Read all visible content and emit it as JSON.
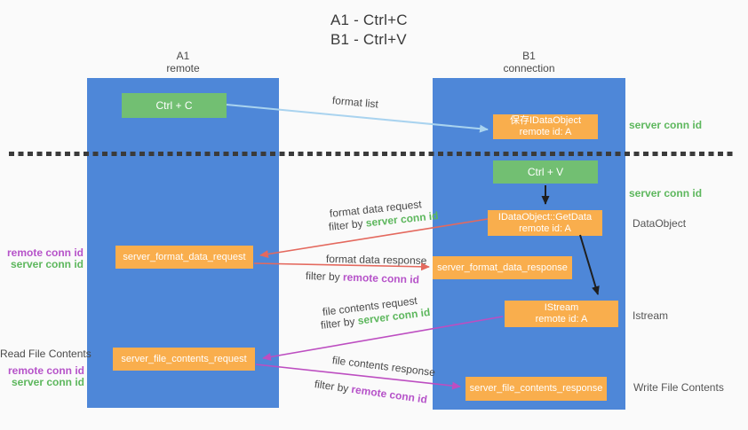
{
  "title": {
    "line1": "A1 - Ctrl+C",
    "line2": "B1 - Ctrl+V"
  },
  "lanes": {
    "a1": {
      "name": "A1",
      "subtitle": "remote"
    },
    "b1": {
      "name": "B1",
      "subtitle": "connection"
    }
  },
  "nodes": {
    "ctrl_c": {
      "label": "Ctrl + C"
    },
    "save_idataobject": {
      "line1": "保存IDataObject",
      "line2": "remote id: A"
    },
    "ctrl_v": {
      "label": "Ctrl + V"
    },
    "getdata": {
      "line1": "IDataObject::GetData",
      "line2": "remote id: A"
    },
    "format_request": {
      "label": "server_format_data_request"
    },
    "format_response": {
      "label": "server_format_data_response"
    },
    "istream": {
      "line1": "IStream",
      "line2": "remote id: A"
    },
    "file_request": {
      "label": "server_file_contents_request"
    },
    "file_response": {
      "label": "server_file_contents_response"
    }
  },
  "right_labels": {
    "server_conn_id_1": "server conn id",
    "server_conn_id_2": "server conn id",
    "dataobject": "DataObject",
    "istream": "Istream",
    "write_file_contents": "Write File Contents"
  },
  "left_labels": {
    "remote_conn_id_1": "remote conn id",
    "server_conn_id_1": "server conn id",
    "read_file_contents": "Read File Contents",
    "remote_conn_id_2": "remote conn id",
    "server_conn_id_2": "server conn id"
  },
  "flow_labels": {
    "format_list": "format list",
    "format_data_request": "format data request",
    "filter_by": "filter by ",
    "filter_server_conn_id": "server conn id",
    "format_data_response": "format data response",
    "filter_remote_conn_id": "remote conn id",
    "file_contents_request": "file contents request",
    "file_contents_response": "file contents response"
  },
  "colors": {
    "lane_blue": "#4e87d8",
    "box_green": "#72bf72",
    "box_orange": "#f9ae4d",
    "accent_green": "#5db75d",
    "accent_purple": "#b653c9",
    "arrow_red": "#e4695e",
    "arrow_magenta": "#bd4ec1",
    "arrow_lightblue": "#a9d3ef",
    "arrow_black": "#1f1f1f",
    "background": "#fafafa"
  }
}
